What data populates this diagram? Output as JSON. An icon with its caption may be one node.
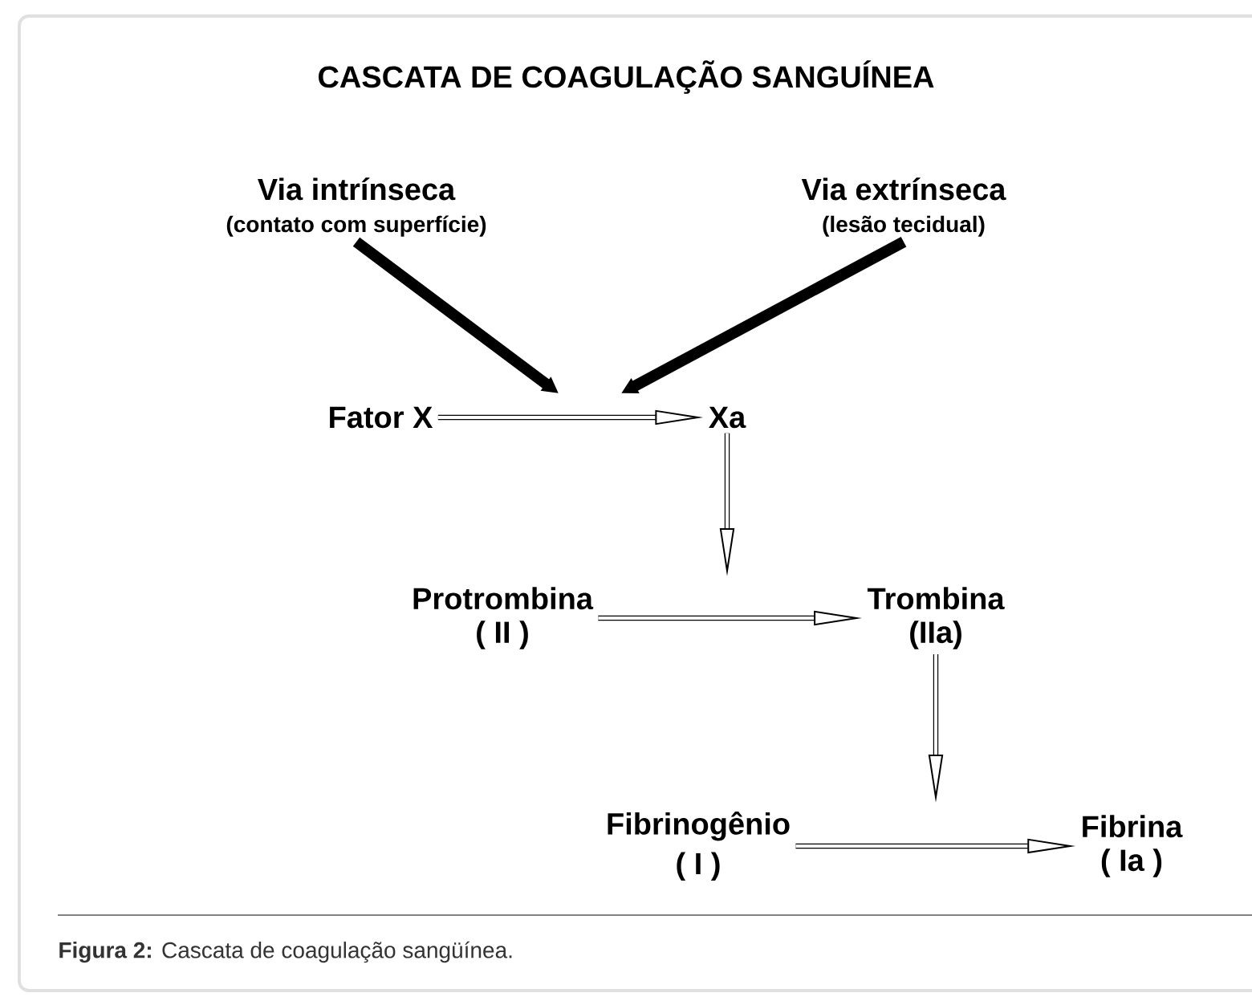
{
  "diagram": {
    "title": "CASCATA DE COAGULAÇÃO SANGUÍNEA",
    "caption": "**Figura 2:** Cascata de coagulação sangüínea.",
    "nodes": [
      {
        "text": [
          "Via intrínseca",
          "(contato com superfície)"
        ]
      },
      {
        "text": [
          "Via extrínseca",
          "(lesão tecidual)"
        ]
      },
      {
        "text": [
          "Fator X"
        ]
      },
      {
        "text": [
          "Xa"
        ]
      },
      {
        "text": [
          "Protrombina",
          "( II )"
        ]
      },
      {
        "text": [
          "Trombina",
          "(IIa)"
        ]
      },
      {
        "text": [
          "Fibrinogênio",
          "( I )"
        ]
      },
      {
        "text": [
          "Fibrina",
          "( Ia )"
        ]
      }
    ],
    "edges": [
      {
        "from": 0,
        "to": null,
        "arrow": "to",
        "style": "thick"
      },
      {
        "from": 1,
        "to": null,
        "arrow": "to",
        "style": "thick"
      },
      {
        "from": 2,
        "to": 3,
        "arrow": "to"
      },
      {
        "from": 3,
        "to": null,
        "arrow": "to"
      },
      {
        "from": 4,
        "to": 5,
        "arrow": "to"
      },
      {
        "from": 5,
        "to": null,
        "arrow": "to"
      },
      {
        "from": 6,
        "to": 7,
        "arrow": "to"
      }
    ]
  }
}
